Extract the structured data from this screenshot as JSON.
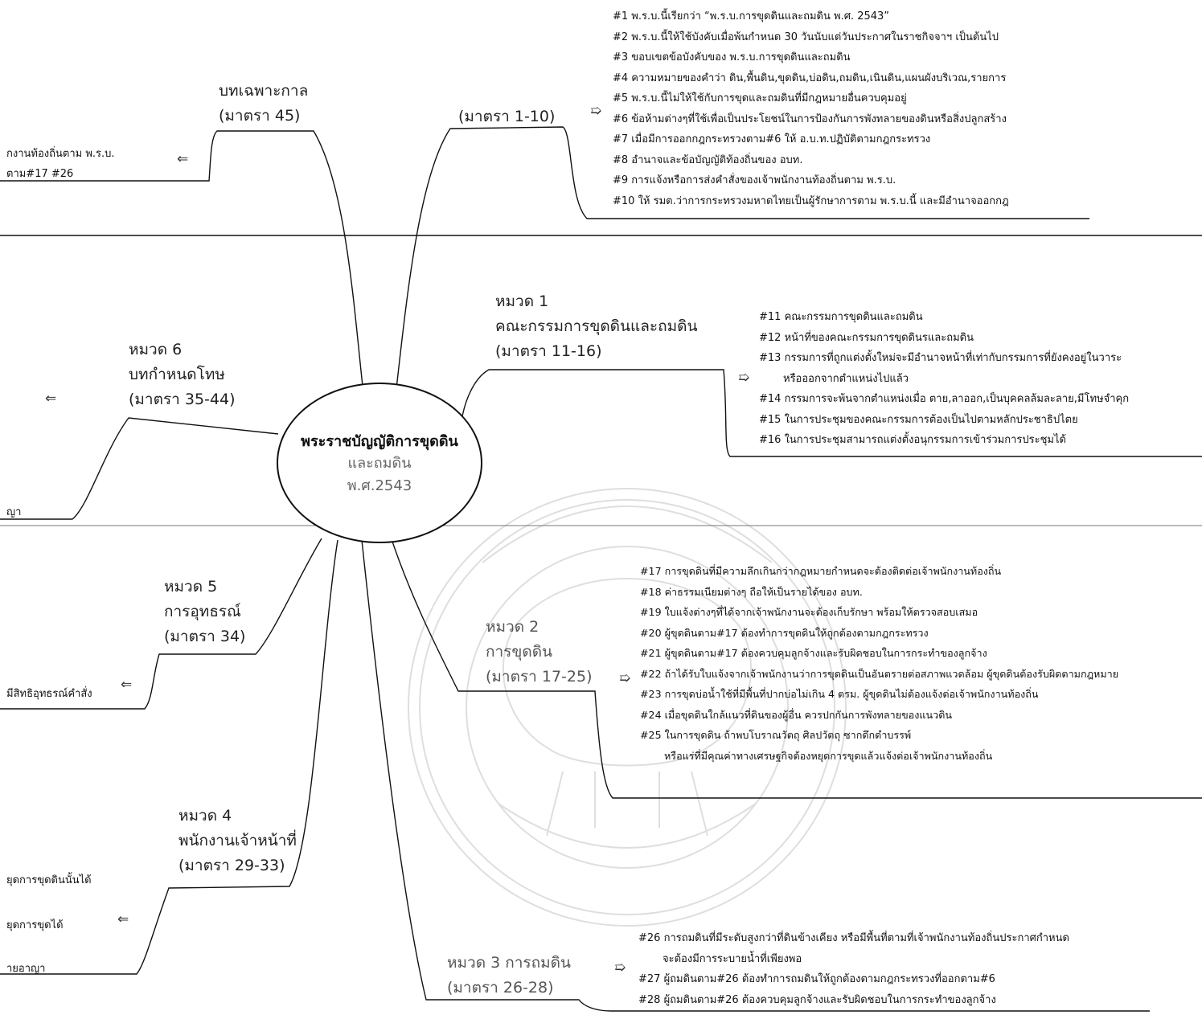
{
  "center": {
    "line1": "พระราชบัญญัติการขุดดิน",
    "line2": "และถมดิน",
    "line3": "พ.ศ.2543"
  },
  "branches": {
    "intro": {
      "label": "(มาตรา 1-10)"
    },
    "transitional": {
      "title": "บทเฉพาะกาล",
      "sections": "(มาตรา 45)"
    },
    "ch1": {
      "title": "หมวด 1",
      "name": "คณะกรรมการขุดดินและถมดิน",
      "sections": "(มาตรา 11-16)"
    },
    "ch2": {
      "title": "หมวด  2",
      "name": "การขุดดิน",
      "sections": "(มาตรา 17-25)"
    },
    "ch3": {
      "title": "หมวด 3 การถมดิน",
      "sections": "(มาตรา 26-28)"
    },
    "ch4": {
      "title": "หมวด 4",
      "name": "พนักงานเจ้าหน้าที่",
      "sections": "(มาตรา 29-33)"
    },
    "ch5": {
      "title": "หมวด 5",
      "name": "การอุทธรณ์",
      "sections": "(มาตรา 34)"
    },
    "ch6": {
      "title": "หมวด 6",
      "name": "บทกำหนดโทษ",
      "sections": "(มาตรา 35-44)"
    }
  },
  "lists": {
    "intro": [
      "#1 พ.ร.บ.นี้เรียกว่า “พ.ร.บ.การขุดดินและถมดิน พ.ศ. 2543”",
      "#2 พ.ร.บ.นี้ให้ใช้บังคับเมื่อพ้นกำหนด 30 วันนับแต่วันประกาศในราชกิจจาฯ เป็นต้นไป",
      "#3 ขอบเขตข้อบังคับของ พ.ร.บ.การขุดดินและถมดิน",
      "#4 ความหมายของคำว่า ดิน,พื้นดิน,ขุดดิน,บ่อดิน,ถมดิน,เนินดิน,แผนผังบริเวณ,รายการ",
      "#5 พ.ร.บ.นี้ไม่ให้ใช้กับการขุดและถมดินที่มีกฎหมายอื่นควบคุมอยู่",
      "#6 ข้อห้ามต่างๆที่ใช้เพื่อเป็นประโยชน์ในการป้องกันการพังทลายของดินหรือสิ่งปลูกสร้าง",
      "#7 เมื่อมีการออกกฎกระทรวงตาม#6 ให้ อ.บ.ท.ปฏิบัติตามกฎกระทรวง",
      "#8 อำนาจและข้อบัญญัติท้องถิ่นของ อบท.",
      "#9 การแจ้งหรือการส่งคำสั่งของเจ้าพนักงานท้องถิ่นตาม พ.ร.บ.",
      "#10 ให้ รมต.ว่าการกระทรวงมหาดไทยเป็นผู้รักษาการตาม พ.ร.บ.นี้ และมีอำนาจออกกฎ"
    ],
    "ch1": [
      "#11 คณะกรรมการขุดดินและถมดิน",
      "#12 หน้าที่ของคณะกรรมการขุดดินรและถมดิน",
      "#13 กรรมการที่ถูกแต่งตั้งใหม่จะมีอำนาจหน้าที่เท่ากับกรรมการที่ยังคงอยู่ในวาระ",
      "หรือออกจากตำแหน่งไปแล้ว",
      "#14 กรรมการจะพ้นจากตำแหน่งเมื่อ ตาย,ลาออก,เป็นบุคคลล้มละลาย,มีโทษจำคุก",
      "#15 ในการประชุมของคณะกรรมการต้องเป็นไปตามหลักประชาธิปไตย",
      "#16 ในการประชุมสามารถแต่งตั้งอนุกรรมการเข้าร่วมการประชุมได้"
    ],
    "ch2": [
      "#17 การขุดดินที่มีความลึกเกินกว่ากฎหมายกำหนดจะต้องติดต่อเจ้าพนักงานท้องถิ่น",
      "#18 ค่าธรรมเนียมต่างๆ ถือให้เป็นรายได้ของ อบท.",
      "#19 ใบแจ้งต่างๆที่ได้จากเจ้าพนักงานจะต้องเก็บรักษา พร้อมให้ตรวจสอบเสมอ",
      "#20 ผู้ขุดดินตาม#17 ต้องทำการขุดดินให้ถูกต้องตามกฎกระทรวง",
      "#21 ผู้ขุดดินตาม#17 ต้องควบคุมลูกจ้างและรับผิดชอบในการกระทำของลูกจ้าง",
      "#22 ถ้าได้รับใบแจ้งจากเจ้าพนักงานว่าการขุดดินเป็นอันตรายต่อสภาพแวดล้อม ผู้ขุดดินต้องรับผิดตามกฎหมาย",
      "#23 การขุดบ่อน้ำใช้ที่มีพื้นที่ปากบ่อไม่เกิน 4 ตรม. ผู้ขุดดินไม่ต้องแจ้งต่อเจ้าพนักงานท้องถิ่น",
      "#24 เมื่อขุดดินใกล้แนวที่ดินของผู้อื่น ควรปกกันการพังทลายของแนวดิน",
      "#25 ในการขุดดิน ถ้าพบโบราณวัตถุ ศิลปวัตถุ ซากดึกดำบรรพ์",
      "หรือแร่ที่มีคุณค่าทางเศรษฐกิจต้องหยุดการขุดแล้วแจ้งต่อเจ้าพนักงานท้องถิ่น"
    ],
    "ch3": [
      "#26 การถมดินที่มีระดับสูงกว่าที่ดินข้างเคียง หรือมีพื้นที่ตามที่เจ้าพนักงานท้องถิ่นประกาศกำหนด",
      "จะต้องมีการระบายน้ำที่เพียงพอ",
      "#27 ผู้ถมดินตาม#26 ต้องทำการถมดินให้ถูกต้องตามกฎกระทรวงที่ออกตาม#6",
      "#28 ผู้ถมดินตาม#26 ต้องควบคุมลูกจ้างและรับผิดชอบในการกระทำของลูกจ้าง"
    ]
  },
  "fragments": {
    "trans_1": "กงานท้องถิ่นตาม พ.ร.บ.",
    "trans_2": "ตาม#17 #26",
    "ch6_1": "ญา",
    "ch5_1": "มีสิทธิอุทธรณ์คำสั่ง",
    "ch4_1": "ยุดการขุดดินนั้นได้",
    "ch4_2": "ยุดการขุดได้",
    "ch4_3": "ายอาญา"
  },
  "icons": {
    "arrow": "➯",
    "arrow_left": "⇐"
  },
  "colors": {
    "line": "#111111",
    "watermark": "#b8b8b8"
  }
}
